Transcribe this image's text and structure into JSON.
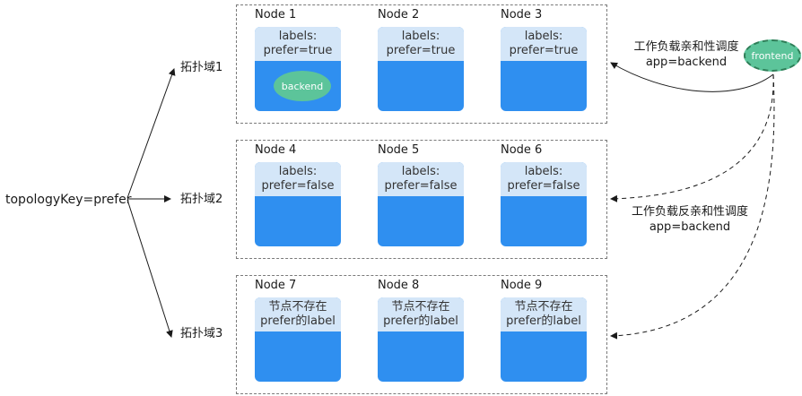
{
  "topology_key": "topologyKey=prefer",
  "domains": [
    {
      "label": "拓扑域1",
      "nodes": [
        {
          "name": "Node 1",
          "label_lines": [
            "labels:",
            "prefer=true"
          ],
          "pod": "backend"
        },
        {
          "name": "Node 2",
          "label_lines": [
            "labels:",
            "prefer=true"
          ]
        },
        {
          "name": "Node 3",
          "label_lines": [
            "labels:",
            "prefer=true"
          ]
        }
      ]
    },
    {
      "label": "拓扑域2",
      "nodes": [
        {
          "name": "Node 4",
          "label_lines": [
            "labels:",
            "prefer=false"
          ]
        },
        {
          "name": "Node 5",
          "label_lines": [
            "labels:",
            "prefer=false"
          ]
        },
        {
          "name": "Node 6",
          "label_lines": [
            "labels:",
            "prefer=false"
          ]
        }
      ]
    },
    {
      "label": "拓扑域3",
      "nodes": [
        {
          "name": "Node 7",
          "label_lines": [
            "节点不存在",
            "prefer的label"
          ]
        },
        {
          "name": "Node 8",
          "label_lines": [
            "节点不存在",
            "prefer的label"
          ]
        },
        {
          "name": "Node 9",
          "label_lines": [
            "节点不存在",
            "prefer的label"
          ]
        }
      ]
    }
  ],
  "frontend_pod": "frontend",
  "affinity": {
    "line1": "工作负载亲和性调度",
    "line2": "app=backend"
  },
  "anti_affinity": {
    "line1": "工作负载反亲和性调度",
    "line2": "app=backend"
  },
  "colors": {
    "node_body": "#2f8ff0",
    "node_label_bg": "#d4e6f8",
    "pod_fill": "#5cc49a",
    "frontend_border": "#2e7d57",
    "dashed_border": "#7a7a7a"
  }
}
